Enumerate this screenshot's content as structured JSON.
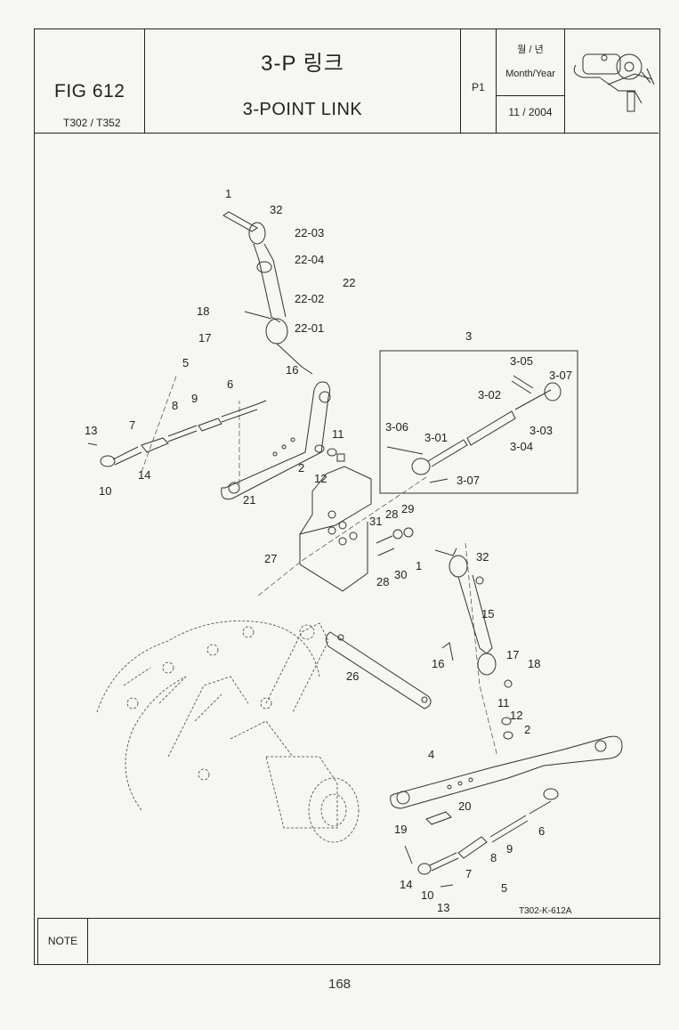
{
  "header": {
    "fig_label": "FIG 612",
    "model": "T302 / T352",
    "title_ko": "3-P 링크",
    "title_en": "3-POINT LINK",
    "page_code": "P1",
    "date_label_ko": "월 / 년",
    "date_label": "Month/Year",
    "date_value": "11 / 2004"
  },
  "diagram": {
    "drawing_code": "T302-K-612A",
    "callouts": {
      "c1": "1",
      "c32": "32",
      "c22_03": "22-03",
      "c22_04": "22-04",
      "c22": "22",
      "c22_02": "22-02",
      "c22_01": "22-01",
      "c18": "18",
      "c17": "17",
      "c16": "16",
      "c5": "5",
      "c6": "6",
      "c8": "8",
      "c9": "9",
      "c7": "7",
      "c13": "13",
      "c10": "10",
      "c14": "14",
      "c11": "11",
      "c2": "2",
      "c12": "12",
      "c21": "21",
      "c3": "3",
      "c3_05": "3-05",
      "c3_07a": "3-07",
      "c3_02": "3-02",
      "c3_06": "3-06",
      "c3_01": "3-01",
      "c3_03": "3-03",
      "c3_04": "3-04",
      "c3_07b": "3-07",
      "c31": "31",
      "c28a": "28",
      "c29": "29",
      "c27": "27",
      "c1b": "1",
      "c32b": "32",
      "c28b": "28",
      "c30": "30",
      "c15": "15",
      "c17b": "17",
      "c16b": "16",
      "c18b": "18",
      "c26": "26",
      "c11b": "11",
      "c12b": "12",
      "c2b": "2",
      "c4": "4",
      "c20": "20",
      "c19": "19",
      "c6b": "6",
      "c9b": "9",
      "c8b": "8",
      "c7b": "7",
      "c14b": "14",
      "c10b": "10",
      "c13b": "13",
      "c5b": "5"
    }
  },
  "note": {
    "label": "NOTE"
  },
  "footer": {
    "page_number": "168"
  }
}
